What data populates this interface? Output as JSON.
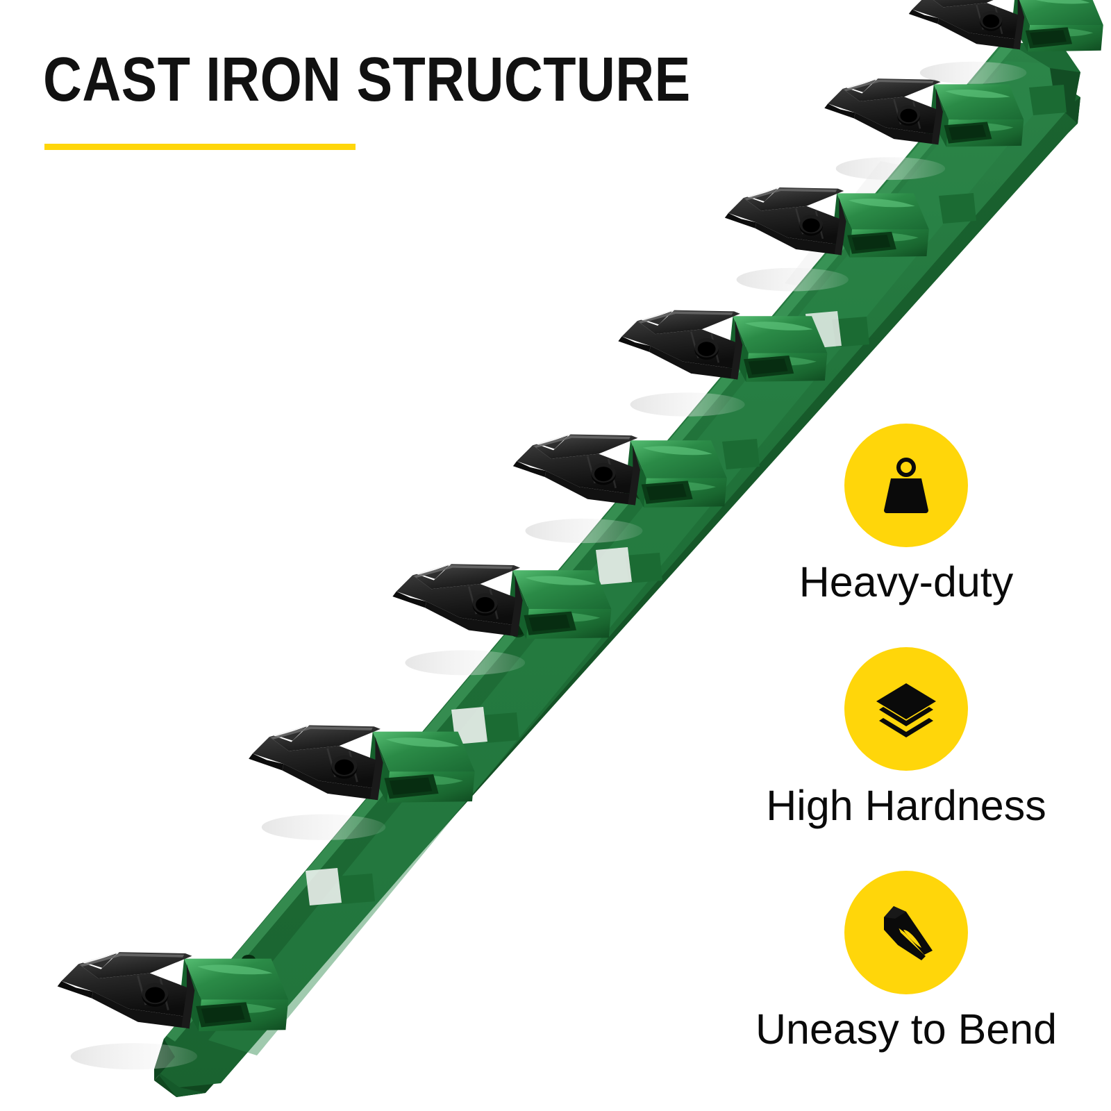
{
  "headline": {
    "text": "CAST IRON STRUCTURE",
    "accent_color": "#ffd60a",
    "text_color": "#111111"
  },
  "features": [
    {
      "icon": "weight-icon",
      "label": "Heavy-duty",
      "badge_color": "#ffd60a",
      "icon_color": "#0a0a0a"
    },
    {
      "icon": "layers-icon",
      "label": "High Hardness",
      "badge_color": "#ffd60a",
      "icon_color": "#0a0a0a"
    },
    {
      "icon": "bucket-tooth-icon",
      "label": "Uneasy to Bend",
      "badge_color": "#ffd60a",
      "icon_color": "#0a0a0a"
    }
  ],
  "product": {
    "name": "bucket-cutting-edge-with-teeth",
    "tooth_count": 8,
    "bolt_hole_count": 7,
    "colors": {
      "bar_top": "#1f7038",
      "bar_top_light": "#2a8045",
      "bar_edge": "#14522a",
      "shank_green": "#1f8040",
      "shank_highlight": "#3da35c",
      "tooth_black": "#232323",
      "tooth_black_dark": "#101010",
      "background": "#ffffff",
      "shadow": "#ededed"
    }
  }
}
